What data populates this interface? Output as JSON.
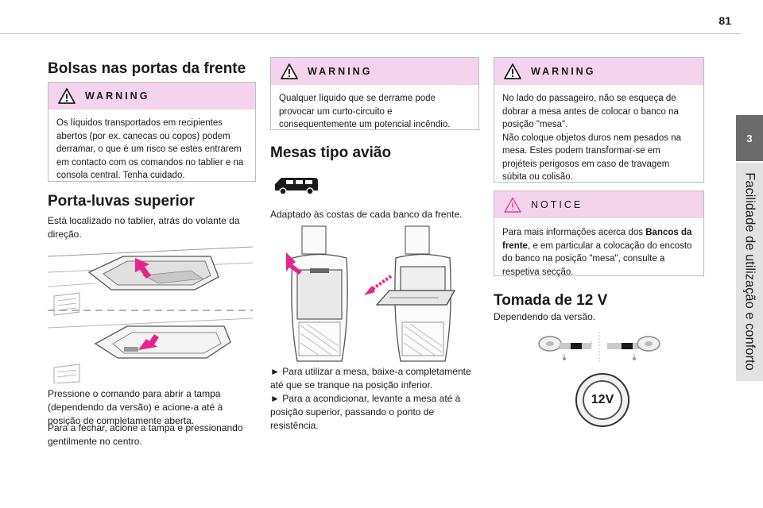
{
  "page": {
    "number": "81"
  },
  "side_tab": {
    "chapter": "3",
    "title": "Facilidade de utilização e conforto"
  },
  "col1": {
    "heading1": "Bolsas nas portas da frente",
    "warning1": {
      "label": "WARNING",
      "text": "Os líquidos transportados em recipientes abertos (por ex. canecas ou copos) podem derramar, o que é um risco se estes entrarem em contacto com os comandos no tablier e na consola central. Tenha cuidado."
    },
    "heading2": "Porta-luvas superior",
    "intro": "Está localizado no tablier, atrás do volante da direção.",
    "instr1": "Pressione o comando para abrir a tampa (dependendo da versão) e acione-a até à posição de completamente aberta.",
    "instr2": "Para a fechar, acione a tampa e pressionando gentilmente no centro."
  },
  "col2": {
    "warning": {
      "label": "WARNING",
      "text": "Qualquer líquido que se derrame pode provocar um curto-circuito e consequentemente um potencial incêndio."
    },
    "heading": "Mesas tipo avião",
    "intro": "Adaptado às costas de cada banco da frente.",
    "step1": "► Para utilizar a mesa, baixe-a completamente até que se tranque na posição inferior.",
    "step2": "► Para a acondicionar, levante a mesa até à posição superior, passando o ponto de resistência."
  },
  "col3": {
    "warning": {
      "label": "WARNING",
      "text1": "No lado do passageiro, não se esqueça de dobrar a mesa antes de colocar o banco na posição \"mesa\".",
      "text2": "Não coloque objetos duros nem pesados na mesa. Estes podem transformar-se em projéteis perigosos em caso de travagem súbita ou colisão."
    },
    "notice": {
      "label": "NOTICE",
      "pre": "Para mais informações acerca dos ",
      "bold": "Bancos da frente",
      "post": ", e em particular a colocação do encosto do banco na posição \"mesa\", consulte a respetiva secção."
    },
    "heading": "Tomada de 12 V",
    "intro": "Dependendo da versão.",
    "socket_label": "12V"
  },
  "colors": {
    "warning_band": "#f3d4ec",
    "tab": "#6b6b6b",
    "strip": "#e2e2e2",
    "arrow": "#e8238c"
  }
}
